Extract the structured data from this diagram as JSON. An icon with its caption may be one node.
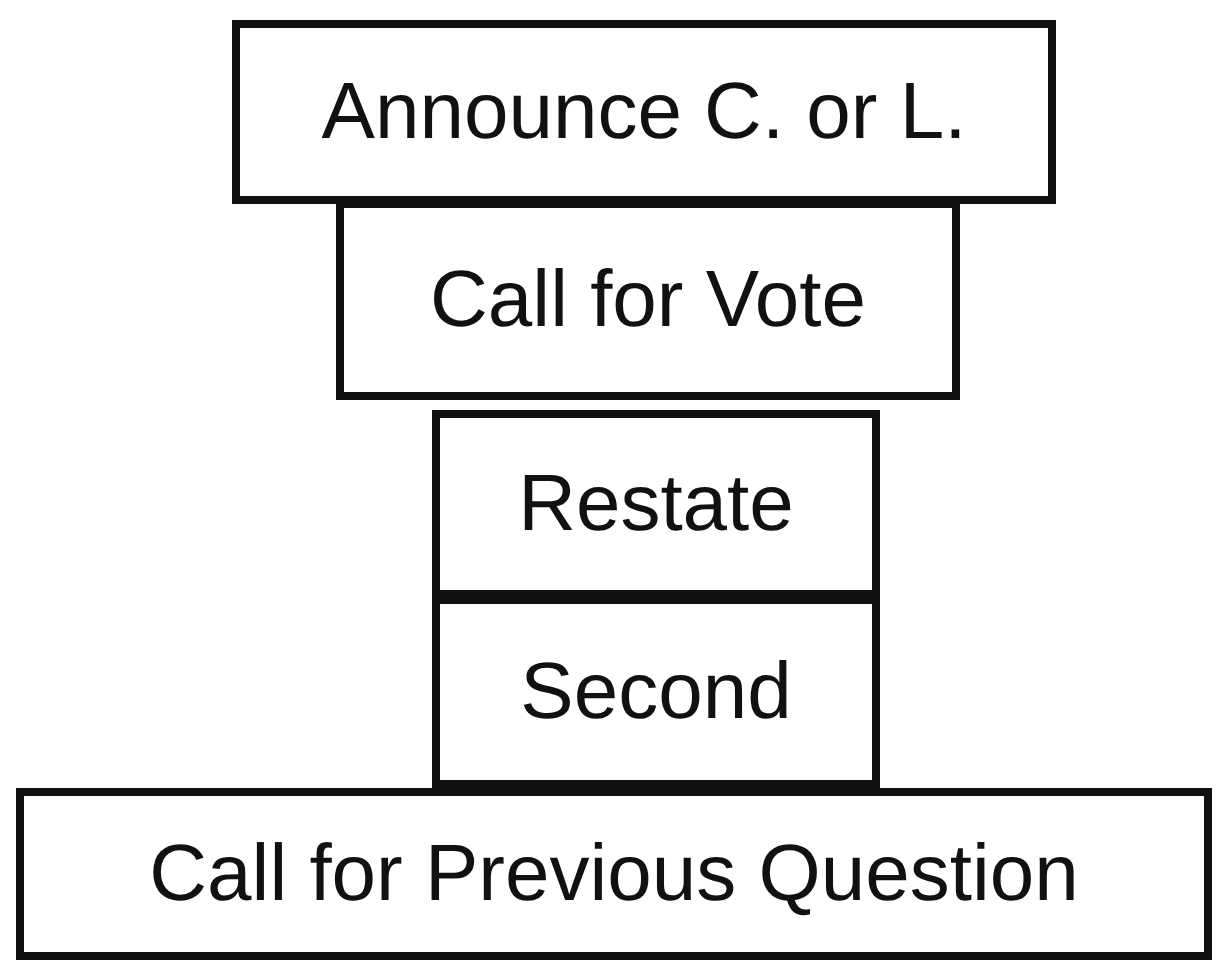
{
  "diagram": {
    "nodes": [
      {
        "text": [
          "Announce C. or L."
        ]
      },
      {
        "text": [
          "Call for Vote"
        ]
      },
      {
        "text": [
          "Restate"
        ]
      },
      {
        "text": [
          "Second"
        ]
      },
      {
        "text": [
          "Call for Previous Question"
        ]
      }
    ]
  }
}
